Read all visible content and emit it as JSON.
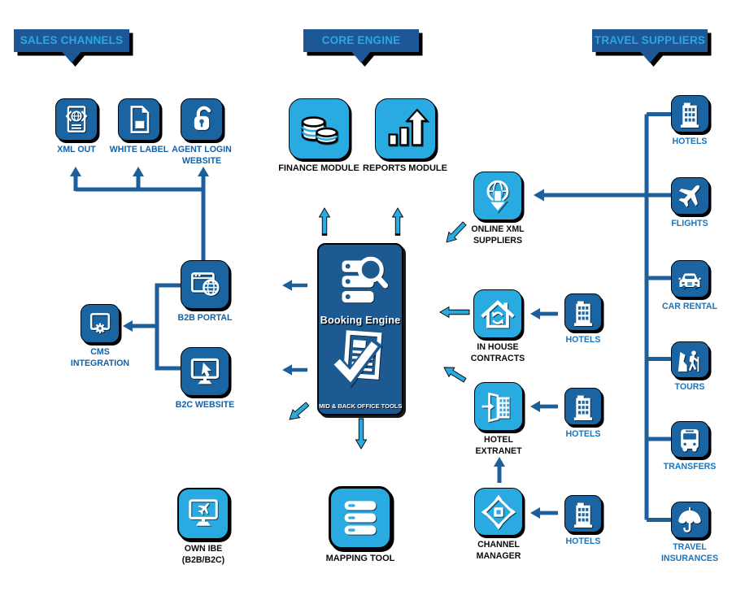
{
  "palette": {
    "background": "#ffffff",
    "banner_fill": "#1e5796",
    "banner_text": "#2aa9e1",
    "tile_medium_blue": "#1964a1",
    "tile_light_blue": "#29abe2",
    "booking_box_fill": "#1d5a91",
    "connector_dark_blue": "#1d5f9a",
    "connector_light_blue": "#29abe2",
    "label_dark_blue": "#1460a5",
    "label_bright_blue": "#1c74ba",
    "label_black": "#0b0b0b",
    "shadow": "#000000"
  },
  "banners": {
    "sales_channels": {
      "label": "SALES CHANNELS"
    },
    "core_engine": {
      "label": "CORE ENGINE"
    },
    "travel_suppliers": {
      "label": "TRAVEL SUPPLIERS"
    }
  },
  "sales_channels": {
    "xml_out": {
      "label": "XML OUT",
      "icon": "xml-document-icon"
    },
    "white_label": {
      "label": "WHITE LABEL",
      "icon": "white-label-document-icon"
    },
    "agent_login_website": {
      "label": "AGENT LOGIN WEBSITE",
      "icon": "padlock-icon"
    },
    "b2b_portal": {
      "label": "B2B PORTAL",
      "icon": "browser-globe-icon"
    },
    "b2c_website": {
      "label": "B2C WEBSITE",
      "icon": "monitor-cursor-icon"
    },
    "cms_integration": {
      "label": "CMS INTEGRATION",
      "icon": "gear-box-icon"
    },
    "own_ibe": {
      "label": "OWN IBE (B2B/B2C)",
      "icon": "monitor-plane-icon"
    }
  },
  "core_engine": {
    "finance_module": {
      "label": "FINANCE MODULE",
      "icon": "coins-icon"
    },
    "reports_module": {
      "label": "REPORTS MODULE",
      "icon": "bar-chart-arrow-icon"
    },
    "booking_engine": {
      "title": "Booking Engine",
      "subtitle": "MID & BACK OFFICE TOOLS",
      "top_icon": "search-servers-icon",
      "bottom_icon": "checklist-document-icon"
    },
    "mapping_tool": {
      "label": "MAPPING TOOL",
      "icon": "list-icon"
    }
  },
  "supply_connectors": {
    "online_xml_suppliers": {
      "label": "ONLINE XML SUPPLIERS",
      "icon": "globe-download-icon"
    },
    "in_house_contracts": {
      "label": "IN HOUSE CONTRACTS",
      "icon": "house-sync-icon"
    },
    "hotel_extranet": {
      "label": "HOTEL EXTRANET",
      "icon": "door-building-icon"
    },
    "channel_manager": {
      "label": "CHANNEL MANAGER",
      "icon": "pinwheel-icon"
    },
    "hotels_1": {
      "label": "HOTELS",
      "icon": "building-icon"
    },
    "hotels_2": {
      "label": "HOTELS",
      "icon": "building-icon"
    },
    "hotels_3": {
      "label": "HOTELS",
      "icon": "building-icon"
    }
  },
  "travel_suppliers": {
    "hotels": {
      "label": "HOTELS",
      "icon": "building-icon"
    },
    "flights": {
      "label": "FLIGHTS",
      "icon": "plane-icon"
    },
    "car_rental": {
      "label": "CAR RENTAL",
      "icon": "car-icon"
    },
    "tours": {
      "label": "TOURS",
      "icon": "hiker-mountain-icon"
    },
    "transfers": {
      "label": "TRANSFERS",
      "icon": "bus-icon"
    },
    "travel_insurances": {
      "label": "TRAVEL INSURANCES",
      "icon": "umbrella-icon"
    }
  }
}
